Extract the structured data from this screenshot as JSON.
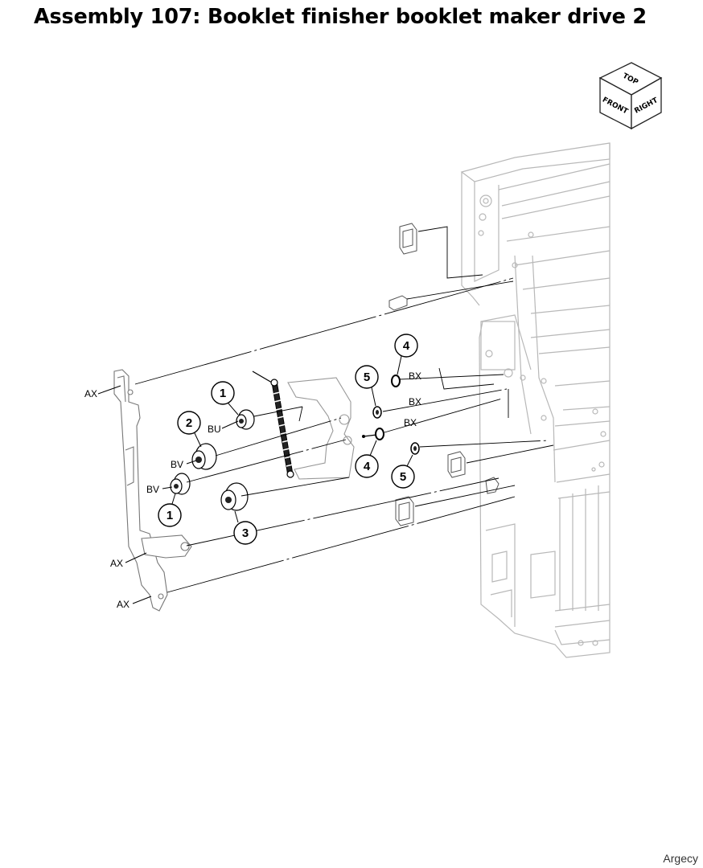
{
  "title": "Assembly 107: Booklet finisher booklet maker drive 2",
  "orientation_cube": {
    "top": "TOP",
    "front": "FRONT",
    "right": "RIGHT"
  },
  "callouts": [
    {
      "number": "1",
      "ref": "BU"
    },
    {
      "number": "2",
      "ref": "BV"
    },
    {
      "number": "1",
      "ref": "BV"
    },
    {
      "number": "3",
      "ref": ""
    },
    {
      "number": "4",
      "ref": "BX"
    },
    {
      "number": "5",
      "ref": "BX"
    },
    {
      "number": "4",
      "ref": "BX"
    },
    {
      "number": "5",
      "ref": ""
    }
  ],
  "frame_labels": [
    "AX",
    "AX",
    "AX"
  ],
  "watermark": "Argecy"
}
